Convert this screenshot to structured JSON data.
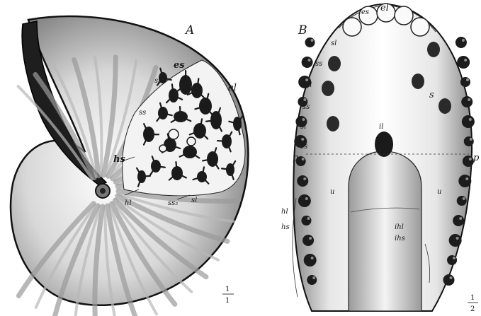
{
  "figure_a": {
    "panel_letter": "A",
    "scale_num": "1",
    "scale_den": "1",
    "labels": {
      "es": "es",
      "ss1": "ss₁",
      "el": "el",
      "ss": "ss",
      "hs": "hs",
      "hl": "hl",
      "ss2": "ss₂",
      "sl": "sl"
    }
  },
  "figure_b": {
    "panel_letter": "B",
    "scale_num": "1",
    "scale_den": "2",
    "labels": {
      "es": "es",
      "el": "el",
      "sl_1": "sl",
      "ss_1": "ss",
      "sl_2": "sl",
      "ss2": "ss",
      "sl_3": "sl",
      "ss_3": "ss",
      "s": "s",
      "il": "il",
      "p_left": "p",
      "p_right": "p",
      "u_left": "u",
      "u_right": "u",
      "hl": "hl",
      "hs": "hs",
      "ihl": "ihl",
      "ihs": "ihs"
    }
  }
}
